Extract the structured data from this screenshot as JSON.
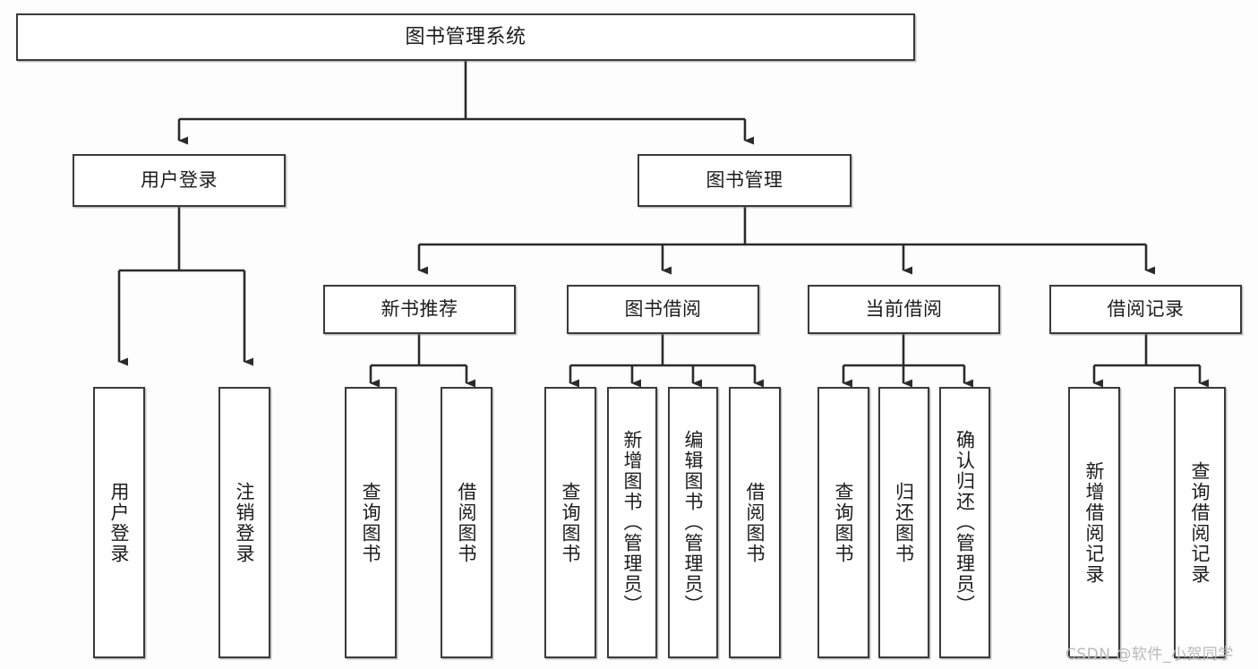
{
  "diagram": {
    "title": "图书管理系统",
    "type": "hierarchy-tree",
    "colors": {
      "background": "#fdfdfd",
      "node_fill": "#ffffff",
      "node_border": "#3a3a3a",
      "edge": "#2b2b2b",
      "watermark": "#b9b9b9"
    },
    "nodes": {
      "root": {
        "label": "图书管理系统"
      },
      "level1": [
        {
          "id": "user-login",
          "label": "用户登录"
        },
        {
          "id": "book-manage",
          "label": "图书管理"
        }
      ],
      "level2": [
        {
          "id": "new-book-recommend",
          "label": "新书推荐"
        },
        {
          "id": "book-borrow",
          "label": "图书借阅"
        },
        {
          "id": "current-borrow",
          "label": "当前借阅"
        },
        {
          "id": "borrow-record",
          "label": "借阅记录"
        }
      ],
      "leaves": {
        "user-login": [
          {
            "id": "leaf-user-login",
            "label": "用户登录"
          },
          {
            "id": "leaf-logout-login",
            "label": "注销登录"
          }
        ],
        "new-book-recommend": [
          {
            "id": "leaf-query-book-1",
            "label": "查询图书"
          },
          {
            "id": "leaf-borrow-book-1",
            "label": "借阅图书"
          }
        ],
        "book-borrow": [
          {
            "id": "leaf-query-book-2",
            "label": "查询图书"
          },
          {
            "id": "leaf-add-book",
            "label": "新增图书（管理员）"
          },
          {
            "id": "leaf-edit-book",
            "label": "编辑图书（管理员）"
          },
          {
            "id": "leaf-borrow-book-2",
            "label": "借阅图书"
          }
        ],
        "current-borrow": [
          {
            "id": "leaf-query-book-3",
            "label": "查询图书"
          },
          {
            "id": "leaf-return-book",
            "label": "归还图书"
          },
          {
            "id": "leaf-confirm-return",
            "label": "确认归还（管理员）"
          }
        ],
        "borrow-record": [
          {
            "id": "leaf-add-record",
            "label": "新增借阅记录"
          },
          {
            "id": "leaf-query-record",
            "label": "查询借阅记录"
          }
        ]
      }
    },
    "watermark": "CSDN @软件_小贺同学"
  }
}
